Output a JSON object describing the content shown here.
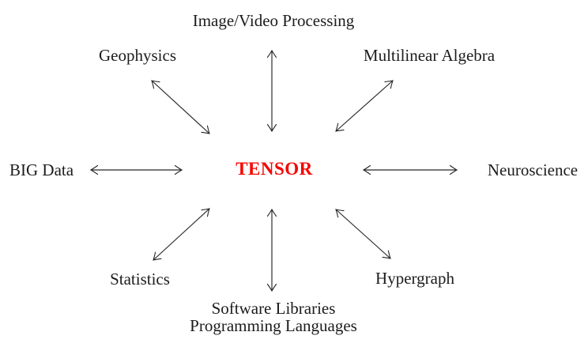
{
  "diagram": {
    "title_hidden": "",
    "center": {
      "label": "TENSOR",
      "color": "#f60400"
    },
    "nodes": {
      "top": {
        "label": "Image/Video Processing"
      },
      "top_left": {
        "label": "Geophysics"
      },
      "top_right": {
        "label": "Multilinear Algebra"
      },
      "left": {
        "label": "BIG Data"
      },
      "right": {
        "label": "Neuroscience"
      },
      "bottom_left": {
        "label": "Statistics"
      },
      "bottom_right": {
        "label": "Hypergraph"
      },
      "bottom": {
        "label_line1": "Software Libraries",
        "label_line2": "Programming Languages"
      }
    },
    "arrow_style": {
      "type": "double-headed",
      "color": "#262626"
    }
  }
}
